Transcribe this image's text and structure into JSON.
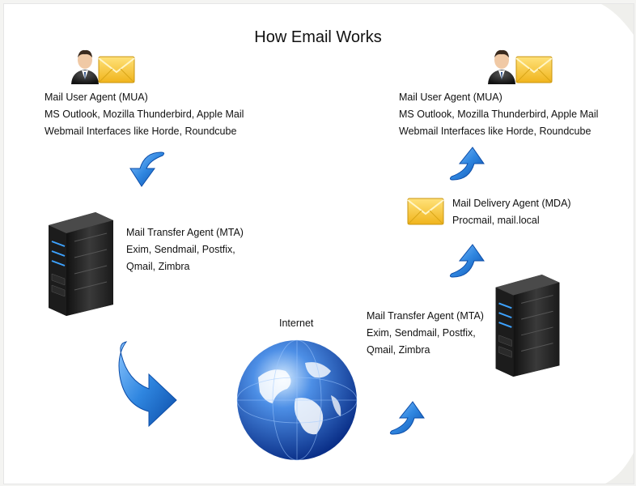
{
  "title": "How Email Works",
  "sender_mua": {
    "heading": "Mail User Agent (MUA)",
    "line1": "MS Outlook, Mozilla Thunderbird, Apple Mail",
    "line2": "Webmail Interfaces like Horde, Roundcube"
  },
  "recipient_mua": {
    "heading": "Mail User Agent (MUA)",
    "line1": "MS Outlook, Mozilla Thunderbird, Apple Mail",
    "line2": "Webmail Interfaces like Horde, Roundcube"
  },
  "sender_mta": {
    "heading": "Mail Transfer Agent (MTA)",
    "line1": "Exim, Sendmail, Postfix,",
    "line2": "Qmail, Zimbra"
  },
  "recipient_mta": {
    "heading": "Mail Transfer Agent (MTA)",
    "line1": "Exim, Sendmail, Postfix,",
    "line2": "Qmail, Zimbra"
  },
  "mda": {
    "heading": "Mail Delivery Agent (MDA)",
    "line1": "Procmail, mail.local"
  },
  "internet_label": "Internet",
  "icons": [
    "user-icon",
    "envelope-icon",
    "server-icon",
    "globe-icon",
    "arrow-icon"
  ],
  "colors": {
    "arrow": "#2f86e0",
    "envelope": "#f2c12e",
    "server": "#2a2a2a",
    "globe": "#2b64c8"
  }
}
